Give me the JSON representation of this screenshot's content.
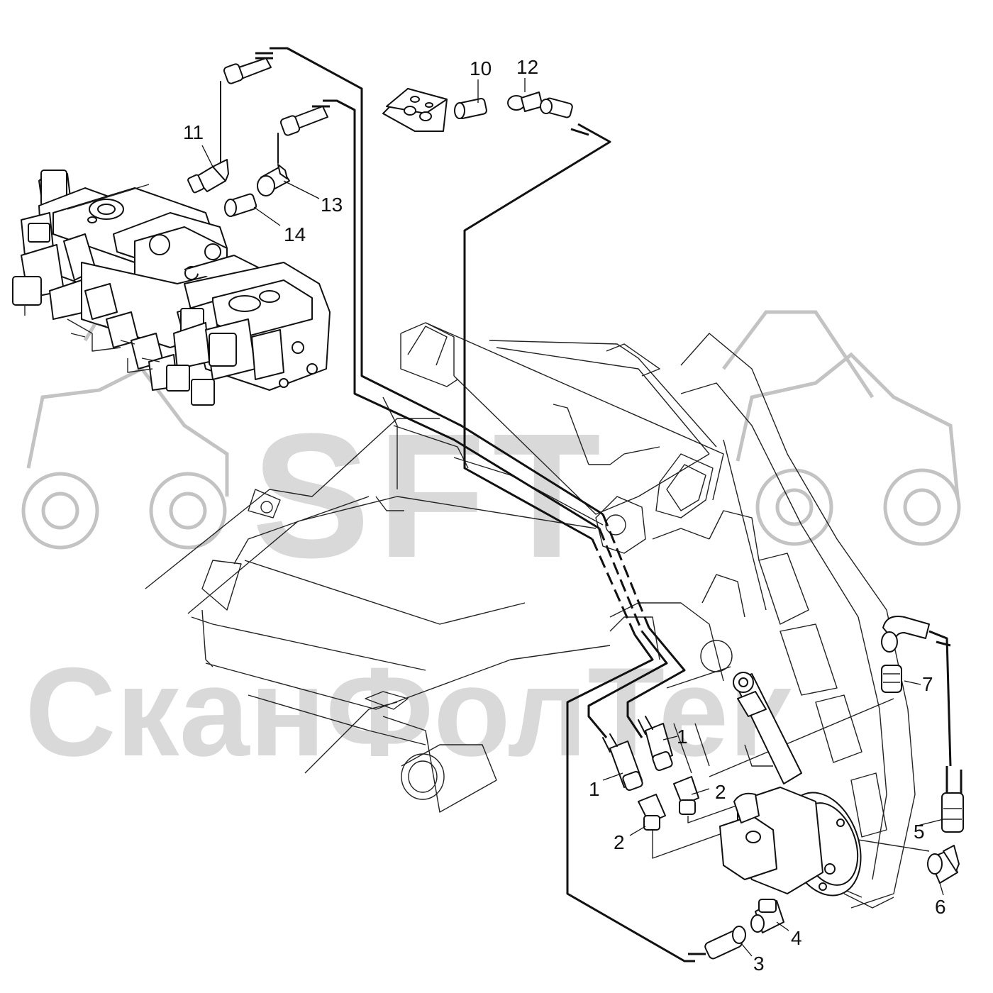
{
  "watermark": {
    "brand": "SFT",
    "company": "СканФолТек"
  },
  "callouts": [
    {
      "id": "1a",
      "text": "1"
    },
    {
      "id": "1b",
      "text": "1"
    },
    {
      "id": "2a",
      "text": "2"
    },
    {
      "id": "2b",
      "text": "2"
    },
    {
      "id": "3",
      "text": "3"
    },
    {
      "id": "4",
      "text": "4"
    },
    {
      "id": "5",
      "text": "5"
    },
    {
      "id": "6",
      "text": "6"
    },
    {
      "id": "7",
      "text": "7"
    },
    {
      "id": "10",
      "text": "10"
    },
    {
      "id": "11",
      "text": "11"
    },
    {
      "id": "12",
      "text": "12"
    },
    {
      "id": "13",
      "text": "13"
    },
    {
      "id": "14",
      "text": "14"
    }
  ],
  "colors": {
    "line": "#111111",
    "watermark": "#d9d9d9",
    "background": "#ffffff"
  }
}
